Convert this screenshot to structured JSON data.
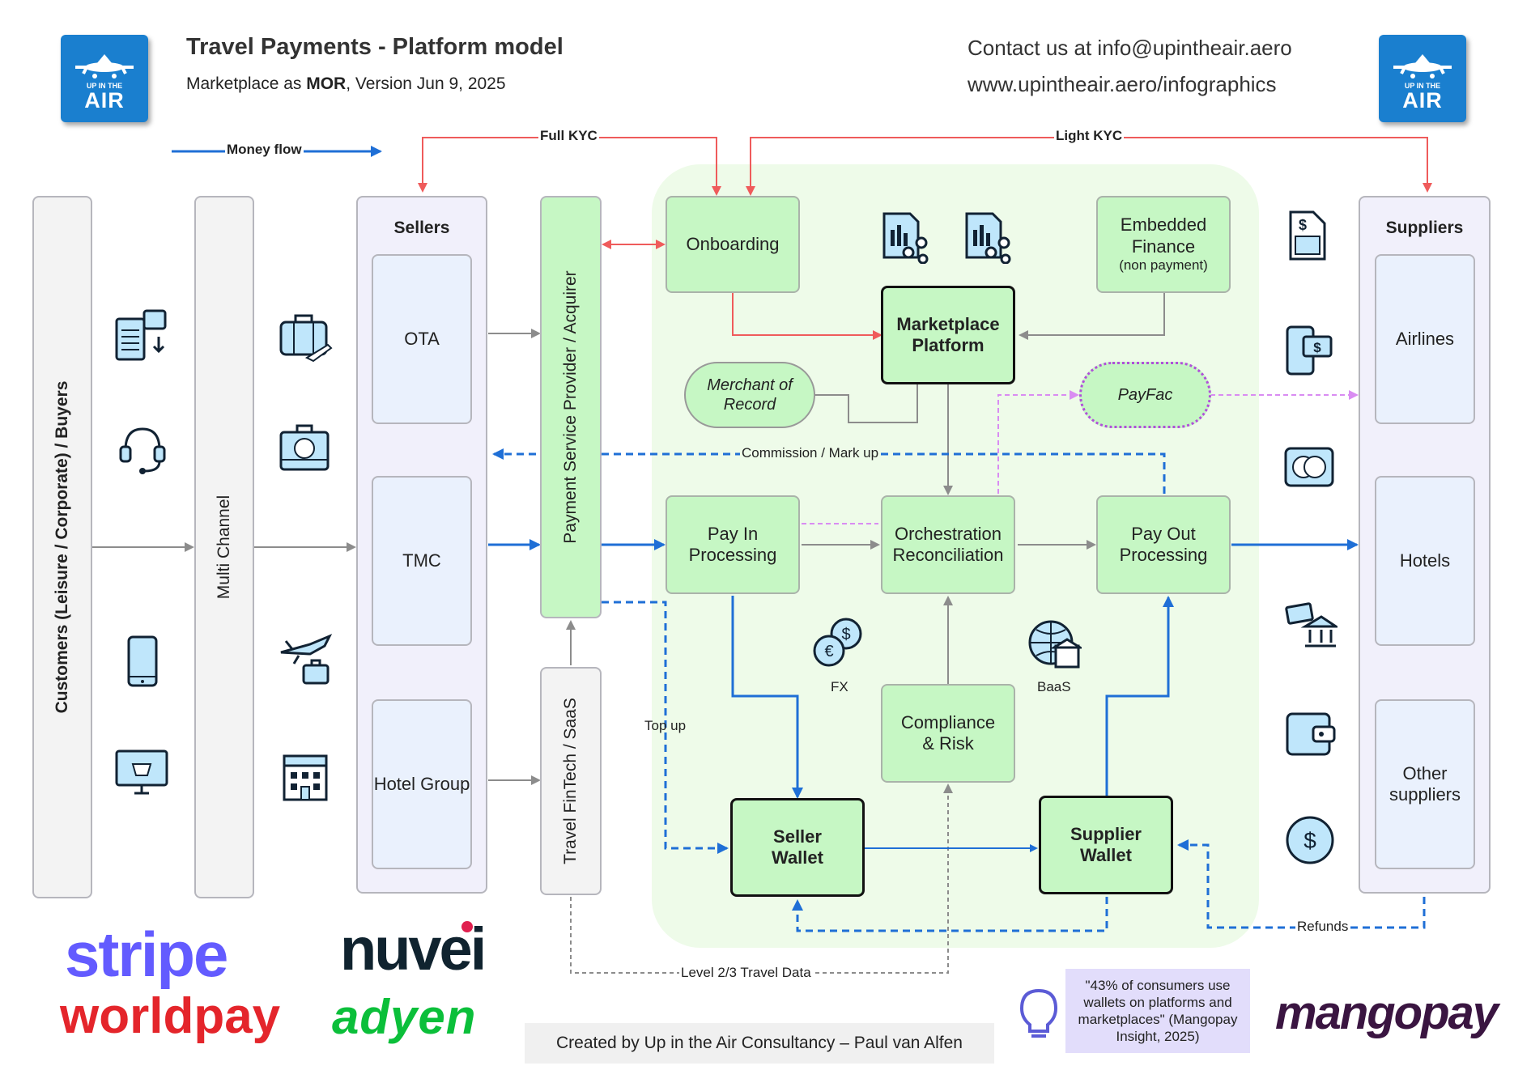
{
  "header": {
    "title": "Travel Payments - Platform model",
    "subtitle_prefix": "Marketplace as ",
    "subtitle_bold": "MOR",
    "subtitle_suffix": ", Version Jun 9, 2025",
    "contact": "Contact us at info@upintheair.aero",
    "website": "www.upintheair.aero/infographics",
    "logo_small": "UP IN THE",
    "logo_big": "AIR"
  },
  "legend": {
    "money_flow": "Money flow"
  },
  "columns": {
    "customers": "Customers (Leisure / Corporate) / Buyers",
    "multichannel": "Multi Channel",
    "sellers": {
      "title": "Sellers",
      "items": [
        "OTA",
        "TMC",
        "Hotel Group"
      ]
    },
    "psp": "Payment Service Provider / Acquirer",
    "fintech": "Travel FinTech / SaaS",
    "suppliers": {
      "title": "Suppliers",
      "items": [
        "Airlines",
        "Hotels",
        "Other suppliers"
      ]
    }
  },
  "platform": {
    "onboarding": "Onboarding",
    "embedded_finance": "Embedded Finance",
    "embedded_finance_note": "(non payment)",
    "marketplace": "Marketplace Platform",
    "merchant_of_record": "Merchant of Record",
    "payfac": "PayFac",
    "pay_in": "Pay In Processing",
    "orchestration": "Orchestration Reconciliation",
    "pay_out": "Pay Out Processing",
    "fx": "FX",
    "baas": "BaaS",
    "compliance": "Compliance & Risk",
    "seller_wallet": "Seller Wallet",
    "supplier_wallet": "Supplier Wallet"
  },
  "flow_labels": {
    "full_kyc": "Full KYC",
    "light_kyc": "Light KYC",
    "commission": "Commission / Mark up",
    "top_up": "Top up",
    "refunds": "Refunds",
    "level_data": "Level 2/3 Travel Data"
  },
  "footer": {
    "credit": "Created by Up in the Air Consultancy – Paul van Alfen",
    "quote": "\"43% of consumers use wallets on platforms and marketplaces\" (Mangopay Insight, 2025)",
    "brands": {
      "stripe": "stripe",
      "nuvei": "nuvei",
      "worldpay": "worldpay",
      "adyen": "adyen",
      "mangopay": "mangopay"
    }
  },
  "colors": {
    "money": "#1f6fd6",
    "kyc": "#ef5b5b",
    "payfac": "#d98cf2",
    "green": "#c6f7c4",
    "logo": "#1a7fcf"
  }
}
